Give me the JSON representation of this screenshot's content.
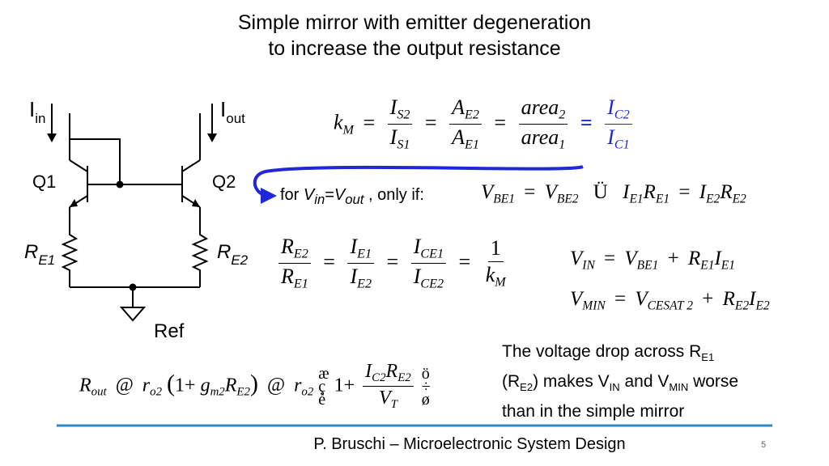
{
  "title": {
    "line1": "Simple mirror with emitter degeneration",
    "line2": "to increase the output resistance"
  },
  "circuit": {
    "iin_main": "I",
    "iin_sub": "in",
    "iout_main": "I",
    "iout_sub": "out",
    "q1": "Q1",
    "q2": "Q2",
    "re1_main": "R",
    "re1_sub": "E1",
    "re2_main": "R",
    "re2_sub": "E2",
    "ref": "Ref"
  },
  "eq_km": {
    "lhs": "k",
    "lhs_sub": "M",
    "f1_num": "I",
    "f1_num_sub": "S2",
    "f1_den": "I",
    "f1_den_sub": "S1",
    "f2_num": "A",
    "f2_num_sub": "E2",
    "f2_den": "A",
    "f2_den_sub": "E1",
    "f3_num": "area",
    "f3_num_sub": "2",
    "f3_den": "area",
    "f3_den_sub": "1",
    "f4_num": "I",
    "f4_num_sub": "C2",
    "f4_den": "I",
    "f4_den_sub": "C1",
    "eq_sign": "="
  },
  "condition": {
    "for_text": "for ",
    "v_in": "V",
    "v_in_sub": "in",
    "eq": "=",
    "v_out": "V",
    "v_out_sub": "out",
    "only_if": " , only if:",
    "vbe1": "V",
    "vbe1_sub": "BE1",
    "vbe2": "V",
    "vbe2_sub": "BE2",
    "implies": "Ü",
    "ie1": "I",
    "ie1_sub": "E1",
    "re1": "R",
    "re1_sub": "E1",
    "ie2": "I",
    "ie2_sub": "E2",
    "re2": "R",
    "re2_sub": "E2"
  },
  "eq_ratio": {
    "f1_num": "R",
    "f1_num_sub": "E2",
    "f1_den": "R",
    "f1_den_sub": "E1",
    "f2_num": "I",
    "f2_num_sub": "E1",
    "f2_den": "I",
    "f2_den_sub": "E2",
    "f3_num": "I",
    "f3_num_sub": "CE1",
    "f3_den": "I",
    "f3_den_sub": "CE2",
    "f4_num": "1",
    "f4_den": "k",
    "f4_den_sub": "M"
  },
  "eq_vin": {
    "lhs": "V",
    "lhs_sub": "IN",
    "t1": "V",
    "t1_sub": "BE1",
    "t2a": "R",
    "t2a_sub": "E1",
    "t2b": "I",
    "t2b_sub": "E1"
  },
  "eq_vmin": {
    "lhs": "V",
    "lhs_sub": "MIN",
    "t1": "V",
    "t1_sub": "CESAT 2",
    "t2a": "R",
    "t2a_sub": "E2",
    "t2b": "I",
    "t2b_sub": "E2"
  },
  "eq_rout": {
    "lhs": "R",
    "lhs_sub": "out",
    "approx": "@",
    "r1": "r",
    "r1_sub": "o2",
    "one": "1+",
    "g": "g",
    "g_sub": "m2",
    "r2": "R",
    "r2_sub": "E2",
    "r3": "r",
    "r3_sub": "o2",
    "frac_num_a": "I",
    "frac_num_a_sub": "C2",
    "frac_num_b": "R",
    "frac_num_b_sub": "E2",
    "frac_den": "V",
    "frac_den_sub": "T",
    "glyph_ae": "æ",
    "glyph_c": "ç",
    "glyph_e": "è",
    "glyph_o": "ö",
    "glyph_div": "÷",
    "glyph_oslash": "ø"
  },
  "note": {
    "l1": "The voltage drop across R",
    "l1_sub": "E1",
    "l2a": "(R",
    "l2_sub1": "E2",
    "l2b": ") makes V",
    "l2_sub2": "IN",
    "l2c": " and V",
    "l2_sub3": "MIN",
    "l2d": " worse",
    "l3": "than in the simple mirror"
  },
  "footer": {
    "text": "P. Bruschi – Microelectronic System Design",
    "page": "5"
  },
  "colors": {
    "accent_blue": "#1f27d6",
    "rule_blue": "#2e8bc9"
  }
}
